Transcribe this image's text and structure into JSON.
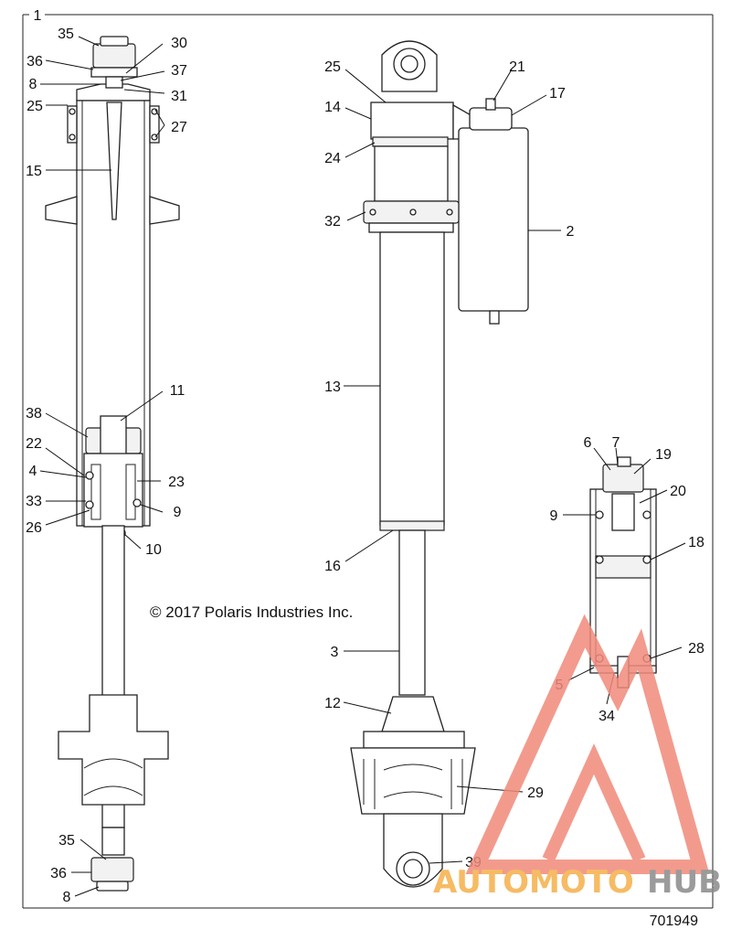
{
  "figure_number": "701949",
  "copyright": "© 2017 Polaris Industries Inc.",
  "watermark": {
    "text_a": "AUTOMOTO",
    "text_b": "HUB",
    "accent": "#f08a7a",
    "orange": "#f5b04a",
    "gray": "#8a8a8a"
  },
  "callouts": {
    "c1": "1",
    "l35a": "35",
    "l36a": "36",
    "l8a": "8",
    "l25a": "25",
    "l30": "30",
    "l37": "37",
    "l31": "31",
    "l27": "27",
    "l15": "15",
    "l11": "11",
    "l38": "38",
    "l22": "22",
    "l4": "4",
    "l23": "23",
    "l33": "33",
    "l9a": "9",
    "l26": "26",
    "l10": "10",
    "l35b": "35",
    "l36b": "36",
    "l8b": "8",
    "l25b": "25",
    "l21": "21",
    "l17": "17",
    "l14": "14",
    "l24": "24",
    "l32": "32",
    "l2": "2",
    "l13": "13",
    "l16": "16",
    "l3": "3",
    "l12": "12",
    "l29": "29",
    "l39": "39",
    "l6": "6",
    "l7": "7",
    "l19": "19",
    "l20": "20",
    "l9b": "9",
    "l18": "18",
    "l28": "28",
    "l5": "5",
    "l34": "34"
  }
}
